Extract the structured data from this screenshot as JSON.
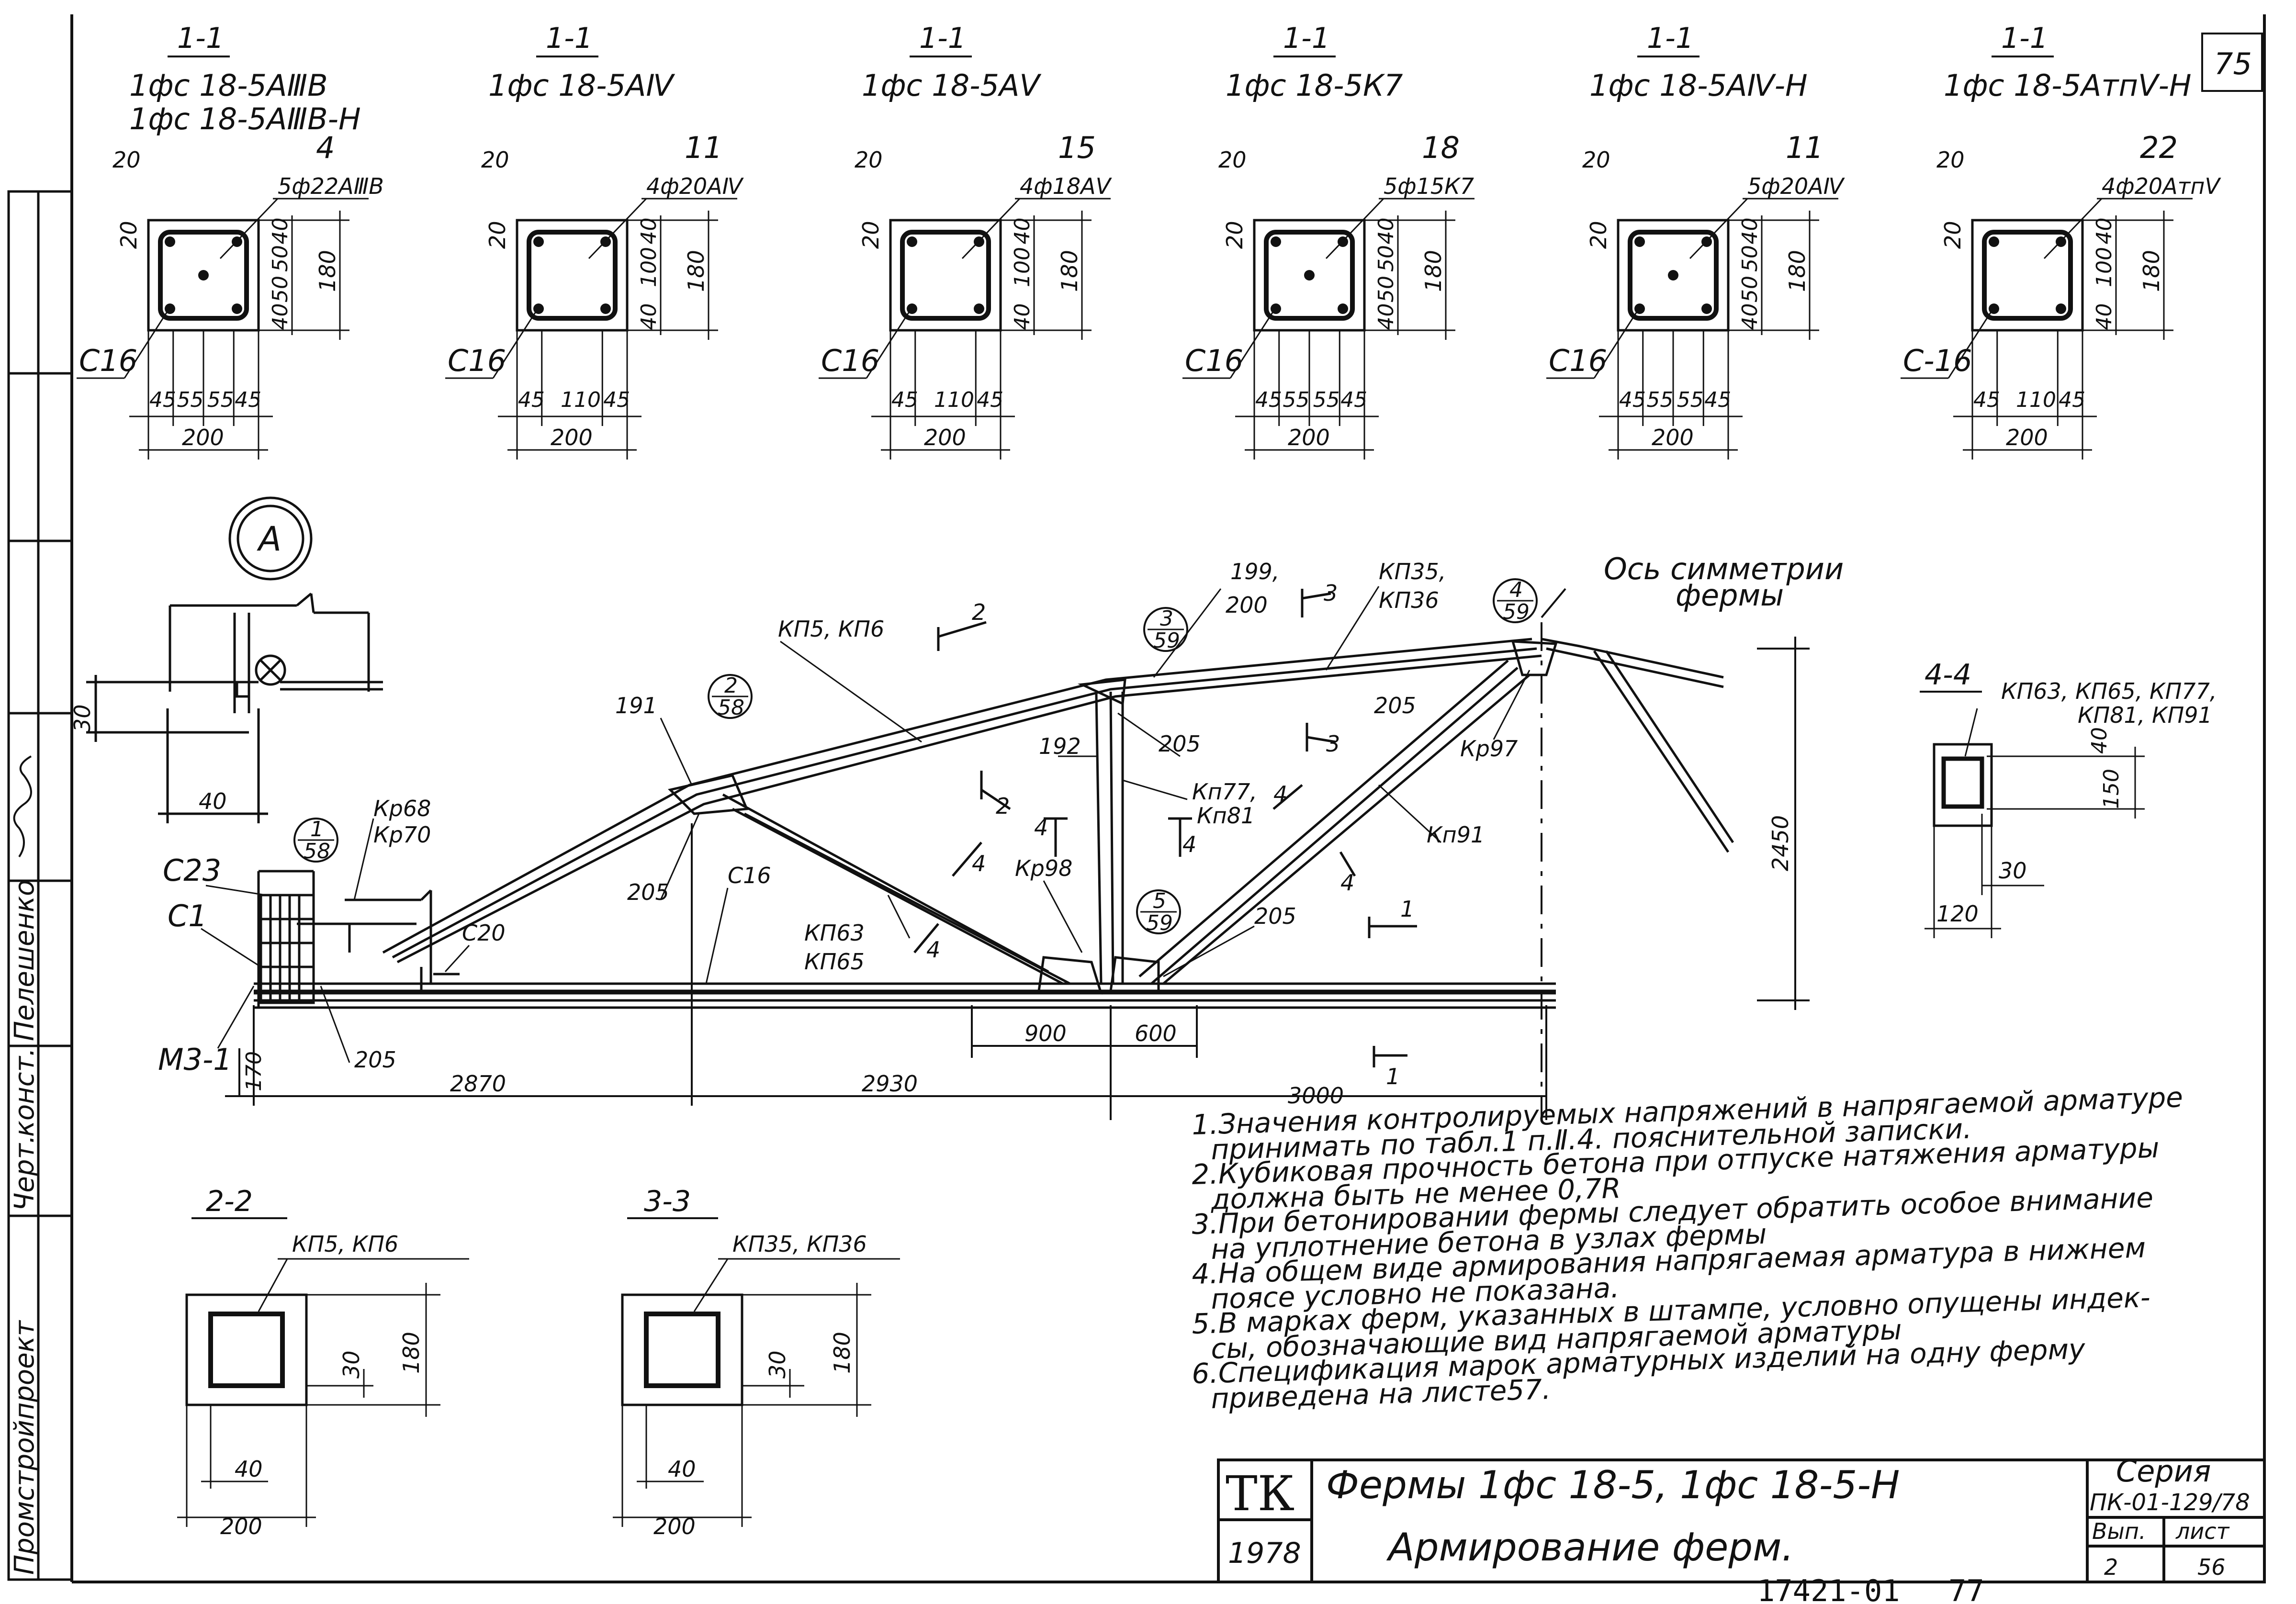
{
  "sheet": {
    "corner_number": "75",
    "footer_code": "17421-01",
    "footer_page": "77"
  },
  "side_stamp": {
    "org": "Промстройпроект",
    "role1": "Черт.",
    "role2": "конст.",
    "name": "Пелешенко"
  },
  "sections_1_1": [
    {
      "title": "1-1",
      "marks": [
        "1фс 18-5АⅢВ",
        "1фс 18-5АⅢВ-Н"
      ],
      "pos": "4",
      "rebar": "5ф22АⅢВ",
      "bars": [
        45,
        55,
        55,
        45
      ],
      "width": "200",
      "top": "20",
      "left": "20",
      "height": "180",
      "vertical": [
        40,
        50,
        50,
        40
      ],
      "clamp": "С16"
    },
    {
      "title": "1-1",
      "marks": [
        "1фс 18-5АⅣ"
      ],
      "pos": "11",
      "rebar": "4ф20АⅣ",
      "bars": [
        45,
        110,
        45
      ],
      "width": "200",
      "top": "20",
      "left": "20",
      "height": "180",
      "vertical": [
        40,
        100,
        40
      ],
      "clamp": "С16"
    },
    {
      "title": "1-1",
      "marks": [
        "1фс 18-5АⅤ"
      ],
      "pos": "15",
      "rebar": "4ф18АⅤ",
      "bars": [
        45,
        110,
        45
      ],
      "width": "200",
      "top": "20",
      "left": "20",
      "height": "180",
      "vertical": [
        40,
        100,
        40
      ],
      "clamp": "С16"
    },
    {
      "title": "1-1",
      "marks": [
        "1фс 18-5К7"
      ],
      "pos": "18",
      "rebar": "5ф15К7",
      "bars": [
        45,
        55,
        55,
        45
      ],
      "width": "200",
      "top": "20",
      "left": "20",
      "height": "180",
      "vertical": [
        40,
        50,
        50,
        40
      ],
      "clamp": "С16"
    },
    {
      "title": "1-1",
      "marks": [
        "1фс 18-5АⅣ-Н"
      ],
      "pos": "11",
      "rebar": "5ф20АⅣ",
      "bars": [
        45,
        55,
        55,
        45
      ],
      "width": "200",
      "top": "20",
      "left": "20",
      "height": "180",
      "vertical": [
        40,
        50,
        50,
        40
      ],
      "clamp": "С16"
    },
    {
      "title": "1-1",
      "marks": [
        "1фс 18-5АтпⅤ-Н"
      ],
      "pos": "22",
      "rebar": "4ф20АтпⅤ",
      "bars": [
        45,
        110,
        45
      ],
      "width": "200",
      "top": "20",
      "left": "20",
      "height": "180",
      "vertical": [
        40,
        100,
        40
      ],
      "clamp": "С-16"
    }
  ],
  "detail_a": {
    "label": "А",
    "dim_h": "40",
    "dim_v": "30"
  },
  "truss": {
    "axis_label_1": "Ось симметрии",
    "axis_label_2": "фермы",
    "height": "2450",
    "spans": [
      "170",
      "2870",
      "2930",
      "3000"
    ],
    "node_dims": [
      "900",
      "600"
    ],
    "labels": {
      "kp5": "КП5, КП6",
      "kp35": "КП35,",
      "kp36": "КП36",
      "n199": "199,",
      "n200": "200",
      "n191": "191",
      "n192": "192",
      "n205a": "205",
      "n205b": "205",
      "n205c": "205",
      "n205d": "205",
      "n205e": "205",
      "c16": "С16",
      "c20": "С20",
      "c23": "С23",
      "c1": "С1",
      "m31": "М3-1",
      "kr68": "Кр68",
      "kr70": "Кр70",
      "kr97": "Кр97",
      "kr98": "Кр98",
      "kp91": "Кп91",
      "kp77": "Кп77,",
      "kp81": "Кп81",
      "kp63": "КП63",
      "kp65": "КП65"
    },
    "circles": [
      {
        "num": "1",
        "den": "58"
      },
      {
        "num": "2",
        "den": "58"
      },
      {
        "num": "3",
        "den": "59"
      },
      {
        "num": "4",
        "den": "59"
      },
      {
        "num": "5",
        "den": "59"
      }
    ],
    "cuts": [
      "1",
      "2",
      "3",
      "4"
    ]
  },
  "section_4_4": {
    "title": "4-4",
    "marks1": "КП63, КП65, КП77,",
    "marks2": "КП81, КП91",
    "dims": [
      "40",
      "150",
      "30",
      "120"
    ]
  },
  "section_2_2": {
    "title": "2-2",
    "marks": "КП5, КП6",
    "dims": [
      "30",
      "180",
      "40",
      "200"
    ]
  },
  "section_3_3": {
    "title": "3-3",
    "marks": "КП35, КП36",
    "dims": [
      "30",
      "180",
      "40",
      "200"
    ]
  },
  "notes": [
    "1.Значения контролируемых напряжений в напрягаемой арматуре",
    "принимать по табл.1 п.Ⅱ.4. пояснительной записки.",
    "2.Кубиковая прочность бетона при отпуске натяжения арматуры",
    "должна быть не менее 0,7R",
    "3.При бетонировании фермы следует обратить особое внимание",
    "на уплотнение бетона в узлах фермы",
    "4.На общем виде армирования напрягаемая арматура в нижнем",
    "поясе условно не показана.",
    "5.В марках ферм, указанных в штампе, условно опущены индек-",
    "сы, обозначающие вид напрягаемой арматуры",
    "6.Спецификация марок арматурных изделий на одну ферму",
    "приведена на листе57."
  ],
  "title_block": {
    "logo": "ТК",
    "year": "1978",
    "title1": "Фермы 1фс 18-5,   1фс 18-5-Н",
    "title2": "Армирование ферм.",
    "series_label": "Серия",
    "series": "ПК-01-129/78",
    "issue_label": "Вып.",
    "issue": "2",
    "sheet_label": "лист",
    "sheet": "56"
  }
}
